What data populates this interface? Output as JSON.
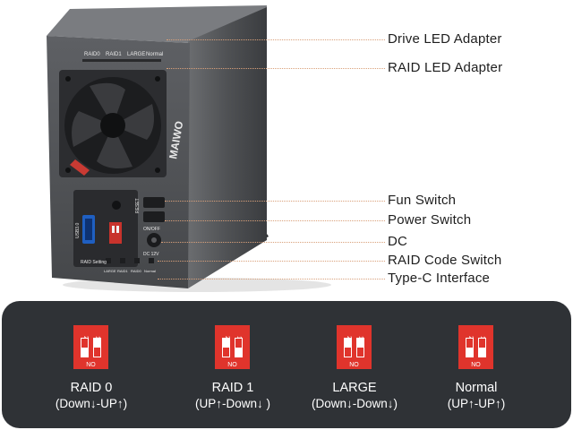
{
  "colors": {
    "panel": "#2f3236",
    "dip_red": "#e0342c",
    "leader": "#d9a07a",
    "enclosure": "#4a4c50"
  },
  "device": {
    "brand": "MAIWO",
    "top_labels": [
      "RAID0",
      "RAID1",
      "LARGE",
      "Normal"
    ],
    "front_labels": {
      "usb": "USB3.0",
      "reset": "RESET",
      "onoff": "ON/OFF",
      "dc": "DC 12V",
      "raid_setting": "RAID Setting",
      "code_labels": [
        "LARGE",
        "RAID1",
        "RAID0",
        "Normal"
      ]
    }
  },
  "callouts": [
    "Drive LED Adapter",
    "RAID LED Adapter",
    "Fun Switch",
    "Power Switch",
    "DC",
    "RAID Code Switch",
    "Type-C Interface"
  ],
  "dip": {
    "n1": "1",
    "n2": "2",
    "off_label": "NO"
  },
  "modes": [
    {
      "name": "RAID 0",
      "pattern": "(Down↓-UP↑)",
      "sw1": "down",
      "sw2": "up"
    },
    {
      "name": "RAID 1",
      "pattern": "(UP↑-Down↓ )",
      "sw1": "up",
      "sw2": "down"
    },
    {
      "name": "LARGE",
      "pattern": "(Down↓-Down↓)",
      "sw1": "down",
      "sw2": "down"
    },
    {
      "name": "Normal",
      "pattern": "(UP↑-UP↑)",
      "sw1": "up",
      "sw2": "up"
    }
  ]
}
